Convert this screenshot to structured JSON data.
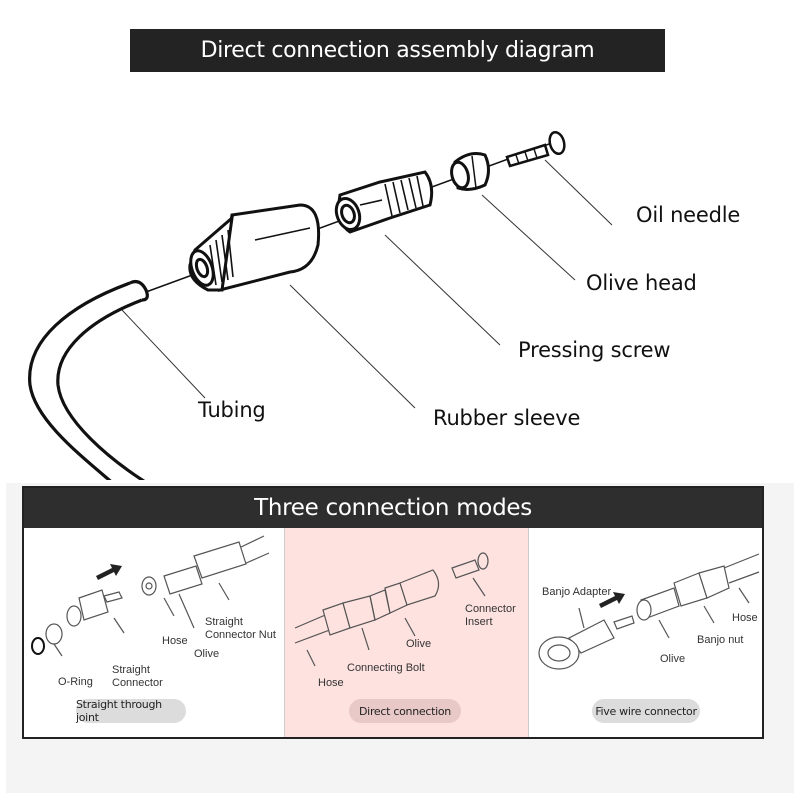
{
  "header": {
    "title": "Direct connection assembly diagram"
  },
  "assembly": {
    "callouts": [
      {
        "id": "oil-needle",
        "label": "Oil needle"
      },
      {
        "id": "olive-head",
        "label": "Olive head"
      },
      {
        "id": "pressing-screw",
        "label": "Pressing screw"
      },
      {
        "id": "tubing",
        "label": "Tubing"
      },
      {
        "id": "rubber-sleeve",
        "label": "Rubber sleeve"
      }
    ]
  },
  "modes": {
    "title": "Three connection modes",
    "panels": [
      {
        "id": "straight",
        "caption": "Straight through joint",
        "labels": [
          "O-Ring",
          "Straight\nConnector",
          "Hose",
          "Olive",
          "Straight\nConnector Nut"
        ]
      },
      {
        "id": "direct",
        "caption": "Direct connection",
        "labels": [
          "Hose",
          "Connecting Bolt",
          "Olive",
          "Connector\nInsert"
        ]
      },
      {
        "id": "banjo",
        "caption": "Five wire connector",
        "labels": [
          "Banjo Adapter",
          "Olive",
          "Banjo nut",
          "Hose"
        ]
      }
    ],
    "colors": {
      "header_bg": "#2e2e2e",
      "highlight_panel": "#fde2e0"
    }
  }
}
